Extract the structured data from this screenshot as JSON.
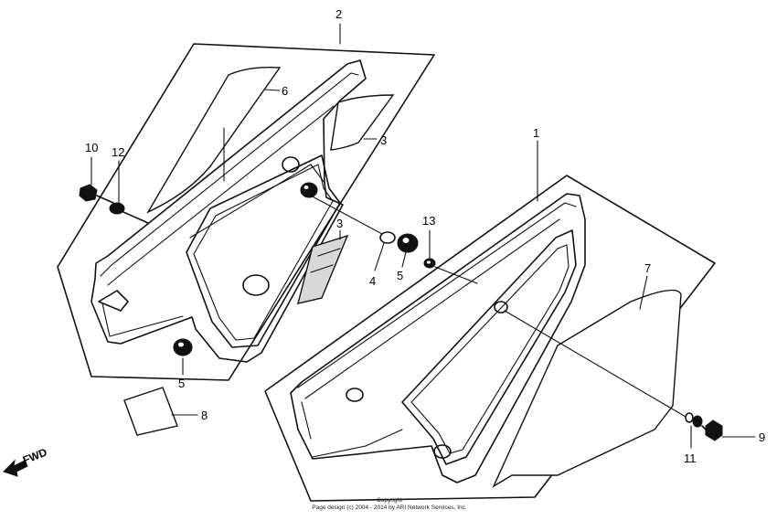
{
  "callouts": [
    {
      "id": "2",
      "label": "2"
    },
    {
      "id": "6",
      "label": "6"
    },
    {
      "id": "3a",
      "label": "3"
    },
    {
      "id": "3b",
      "label": "3"
    },
    {
      "id": "10",
      "label": "10"
    },
    {
      "id": "12",
      "label": "12"
    },
    {
      "id": "4",
      "label": "4"
    },
    {
      "id": "5a",
      "label": "5"
    },
    {
      "id": "13",
      "label": "13"
    },
    {
      "id": "5b",
      "label": "5"
    },
    {
      "id": "8",
      "label": "8"
    },
    {
      "id": "1",
      "label": "1"
    },
    {
      "id": "7",
      "label": "7"
    },
    {
      "id": "9",
      "label": "9"
    },
    {
      "id": "11",
      "label": "11"
    }
  ],
  "fwd_label": "FWD",
  "copyright": {
    "line1": "Copyright",
    "line2": "Page design (c) 2004 - 2014 by ARI Network Services, Inc."
  }
}
